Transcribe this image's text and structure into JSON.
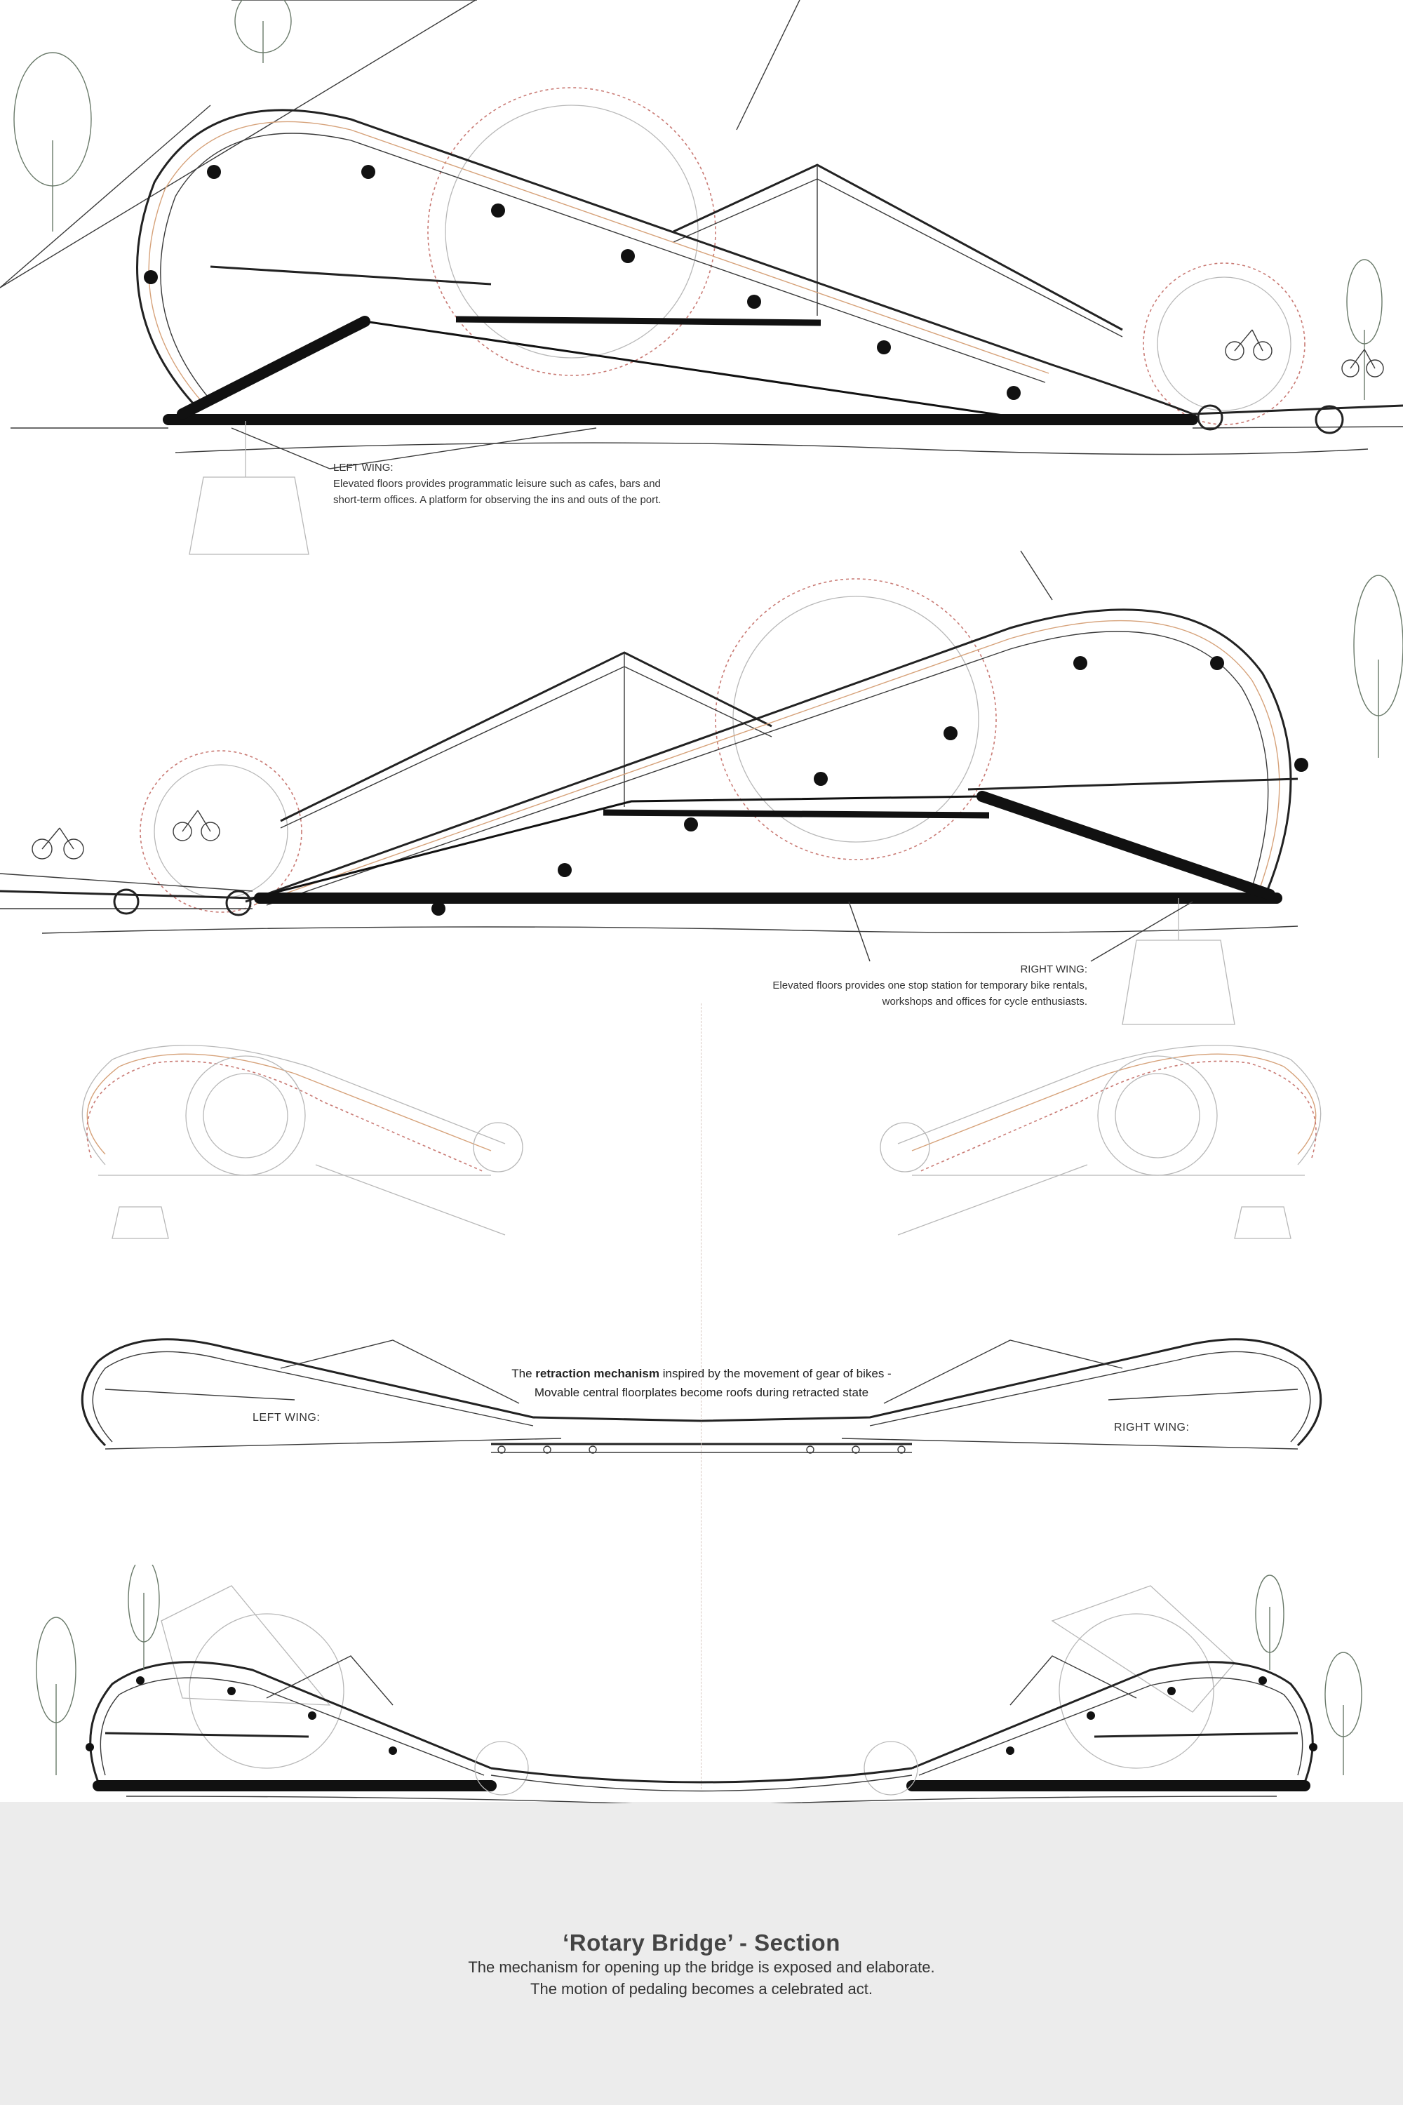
{
  "left_wing": {
    "label": "LEFT WING:",
    "line1": "Elevated floors provides programmatic leisure such as cafes, bars and",
    "line2": "short-term offices. A platform for observing the ins and outs of the port."
  },
  "right_wing": {
    "label": "RIGHT WING:",
    "line1": "Elevated floors provides one stop station for temporary bike rentals,",
    "line2": "workshops and offices for cycle enthusiasts."
  },
  "retraction": {
    "prefix": "The ",
    "bold": "retraction mechanism",
    "rest": " inspired by the movement of gear of bikes -",
    "line2": "Movable central floorplates become roofs during retracted state",
    "left_label": "LEFT WING:",
    "right_label": "RIGHT WING:"
  },
  "title": {
    "main": "‘Rotary Bridge’ - Section",
    "line1": "The mechanism for opening up the bridge is exposed and elaborate.",
    "line2": "The motion of pedaling becomes a celebrated act."
  },
  "colors": {
    "ink": "#111111",
    "red_dashed": "#c97a74",
    "orange": "#d6a27a",
    "ground": "#ececec"
  }
}
